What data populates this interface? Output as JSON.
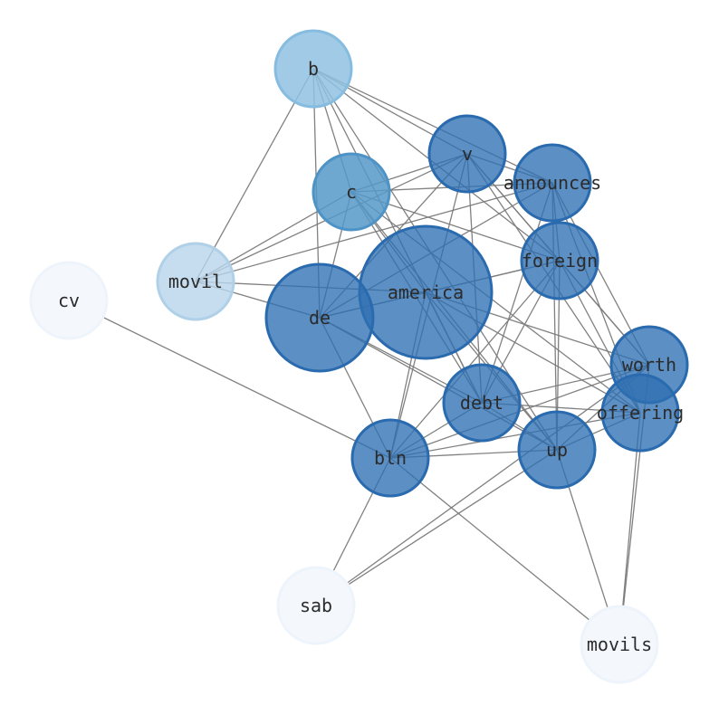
{
  "colors": {
    "dark": "#2e70b2",
    "dark_stroke": "#2a6aae",
    "medium": "#5599c9",
    "medium_stroke": "#4d93c6",
    "light": "#8fc1e0",
    "light_stroke": "#85bcdf",
    "pale": "#b7d4ea",
    "pale_stroke": "#b0d0e8",
    "faint": "#f4f8fd",
    "faint_stroke": "#eef4fb",
    "edge": "#7a7a7a",
    "label": "#2b2b2b"
  },
  "nodes": [
    {
      "id": "b",
      "label": "b",
      "tone": "light"
    },
    {
      "id": "v",
      "label": "v",
      "tone": "dark"
    },
    {
      "id": "c",
      "label": "c",
      "tone": "medium"
    },
    {
      "id": "announces",
      "label": "announces",
      "tone": "dark"
    },
    {
      "id": "foreign",
      "label": "foreign",
      "tone": "dark"
    },
    {
      "id": "movil",
      "label": "movil",
      "tone": "pale"
    },
    {
      "id": "cv",
      "label": "cv",
      "tone": "faint"
    },
    {
      "id": "america",
      "label": "america",
      "tone": "dark"
    },
    {
      "id": "de",
      "label": "de",
      "tone": "dark"
    },
    {
      "id": "worth",
      "label": "worth",
      "tone": "dark"
    },
    {
      "id": "debt",
      "label": "debt",
      "tone": "dark"
    },
    {
      "id": "offering",
      "label": "offering",
      "tone": "dark"
    },
    {
      "id": "up",
      "label": "up",
      "tone": "dark"
    },
    {
      "id": "bln",
      "label": "bln",
      "tone": "dark"
    },
    {
      "id": "sab",
      "label": "sab",
      "tone": "faint"
    },
    {
      "id": "movils",
      "label": "movils",
      "tone": "faint"
    }
  ],
  "edges": [
    [
      "b",
      "v"
    ],
    [
      "b",
      "c"
    ],
    [
      "b",
      "announces"
    ],
    [
      "b",
      "foreign"
    ],
    [
      "b",
      "movil"
    ],
    [
      "b",
      "de"
    ],
    [
      "b",
      "debt"
    ],
    [
      "b",
      "up"
    ],
    [
      "v",
      "c"
    ],
    [
      "v",
      "announces"
    ],
    [
      "v",
      "foreign"
    ],
    [
      "v",
      "movil"
    ],
    [
      "v",
      "de"
    ],
    [
      "v",
      "worth"
    ],
    [
      "v",
      "offering"
    ],
    [
      "v",
      "bln"
    ],
    [
      "v",
      "debt"
    ],
    [
      "c",
      "announces"
    ],
    [
      "c",
      "foreign"
    ],
    [
      "c",
      "movil"
    ],
    [
      "c",
      "america"
    ],
    [
      "c",
      "de"
    ],
    [
      "c",
      "debt"
    ],
    [
      "c",
      "offering"
    ],
    [
      "c",
      "up"
    ],
    [
      "announces",
      "foreign"
    ],
    [
      "announces",
      "movil"
    ],
    [
      "announces",
      "worth"
    ],
    [
      "announces",
      "offering"
    ],
    [
      "announces",
      "debt"
    ],
    [
      "announces",
      "up"
    ],
    [
      "announces",
      "de"
    ],
    [
      "foreign",
      "america"
    ],
    [
      "foreign",
      "worth"
    ],
    [
      "foreign",
      "offering"
    ],
    [
      "foreign",
      "up"
    ],
    [
      "foreign",
      "debt"
    ],
    [
      "foreign",
      "bln"
    ],
    [
      "foreign",
      "de"
    ],
    [
      "movil",
      "america"
    ],
    [
      "movil",
      "de"
    ],
    [
      "cv",
      "bln"
    ],
    [
      "america",
      "de"
    ],
    [
      "america",
      "worth"
    ],
    [
      "america",
      "debt"
    ],
    [
      "america",
      "offering"
    ],
    [
      "america",
      "up"
    ],
    [
      "america",
      "bln"
    ],
    [
      "de",
      "debt"
    ],
    [
      "de",
      "bln"
    ],
    [
      "de",
      "up"
    ],
    [
      "worth",
      "bln"
    ],
    [
      "worth",
      "debt"
    ],
    [
      "worth",
      "up"
    ],
    [
      "worth",
      "movils"
    ],
    [
      "worth",
      "sab"
    ],
    [
      "debt",
      "up"
    ],
    [
      "debt",
      "bln"
    ],
    [
      "debt",
      "offering"
    ],
    [
      "offering",
      "bln"
    ],
    [
      "offering",
      "movils"
    ],
    [
      "offering",
      "up"
    ],
    [
      "up",
      "bln"
    ],
    [
      "up",
      "sab"
    ],
    [
      "up",
      "movils"
    ],
    [
      "bln",
      "sab"
    ],
    [
      "bln",
      "movils"
    ]
  ]
}
